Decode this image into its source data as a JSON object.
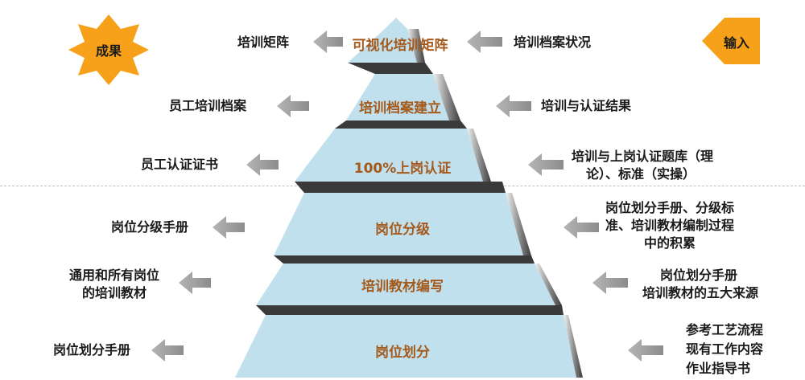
{
  "badges": {
    "output": "成果",
    "input": "输入"
  },
  "tiers": [
    {
      "name": "可视化培训矩阵",
      "output": [
        "培训矩阵"
      ],
      "input": [
        "培训档案状况"
      ]
    },
    {
      "name": "培训档案建立",
      "output": [
        "员工培训档案"
      ],
      "input": [
        "培训与认证结果"
      ]
    },
    {
      "name": "100%上岗认证",
      "output": [
        "员工认证证书"
      ],
      "input": [
        "培训与上岗认证题库（理",
        "论）、标准（实操）"
      ]
    },
    {
      "name": "岗位分级",
      "output": [
        "岗位分级手册"
      ],
      "input": [
        "岗位划分手册、分级标",
        "准、培训教材编制过程",
        "中的积累"
      ]
    },
    {
      "name": "培训教材编写",
      "output": [
        "通用和所有岗位",
        "的培训教材"
      ],
      "input": [
        "岗位划分手册",
        "培训教材的五大来源"
      ]
    },
    {
      "name": "岗位划分",
      "output": [
        "岗位划分手册"
      ],
      "input": [
        "参考工艺流程",
        "现有工作内容",
        "作业指导书"
      ]
    }
  ],
  "colors": {
    "tier_fill": "#bfe0ec",
    "step_dark": "#3a3a3a",
    "side_light": "#d9d9d9",
    "side_dark": "#555555",
    "arrow": "#9a9a9a",
    "star": "#f7a11a",
    "label_accent": "#a55a1c"
  }
}
